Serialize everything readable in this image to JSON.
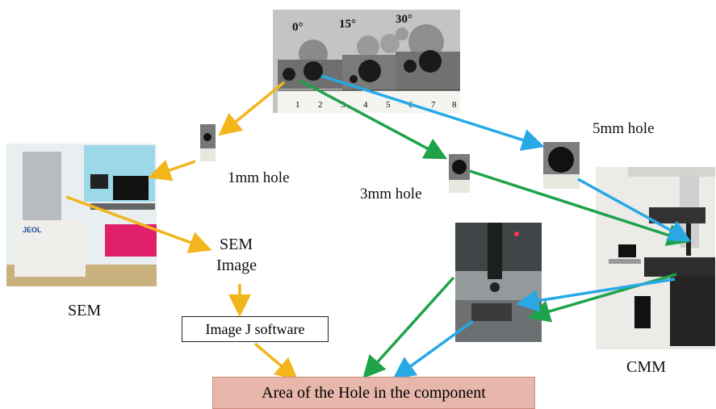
{
  "specimen": {
    "angles": [
      "0°",
      "15°",
      "30°"
    ],
    "ruler_numbers": [
      "1",
      "2",
      "3",
      "4",
      "5",
      "6",
      "7",
      "8"
    ]
  },
  "labels": {
    "hole_1mm": "1mm hole",
    "hole_3mm": "3mm hole",
    "hole_5mm": "5mm hole",
    "sem_image": [
      "SEM",
      "Image"
    ],
    "sem": "SEM",
    "cmm": "CMM",
    "software": "Image J software",
    "result": "Area of the Hole in the component"
  },
  "sem_machine_brand": "JEOL",
  "colors": {
    "yellow_arrow": "#f2b51c",
    "green_arrow": "#1fa34a",
    "blue_arrow": "#28a9e6",
    "result_box": "#e8b7ab"
  }
}
